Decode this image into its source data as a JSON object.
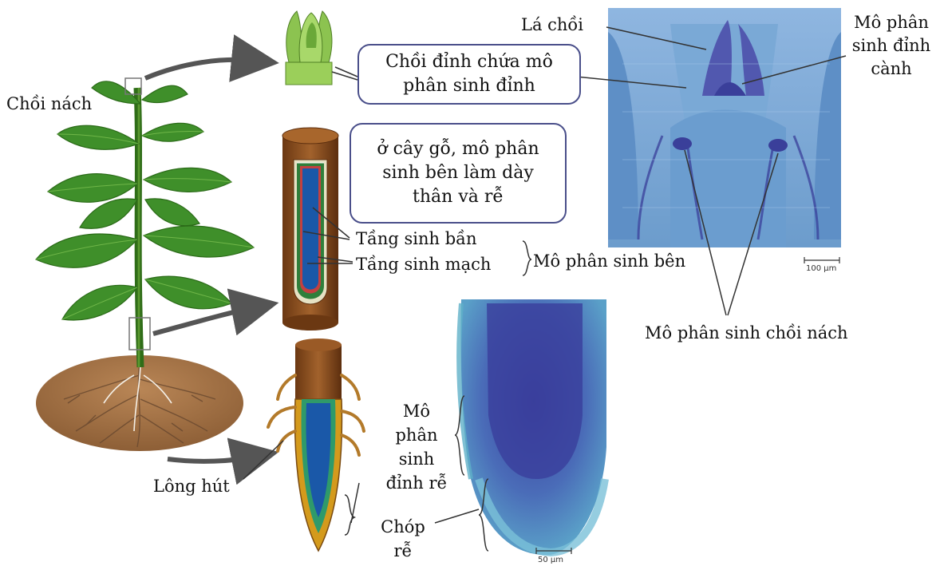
{
  "labels": {
    "choi_nach": "Chồi nách",
    "la_choi": "Lá chồi",
    "mo_phan_sinh_dinh_canh": "Mô phân\nsinh đỉnh\ncành",
    "tang_sinh_ban": "Tầng sinh bần",
    "tang_sinh_mach": "Tầng sinh mạch",
    "mo_phan_sinh_ben": "Mô phân sinh bên",
    "mo_phan_sinh_choi_nach": "Mô phân sinh chồi nách",
    "long_hut": "Lông hút",
    "mo_phan_sinh_dinh_re": "Mô\nphân sinh\nđỉnh rễ",
    "chop_re": "Chóp\nrễ"
  },
  "boxes": {
    "choi_dinh": "Chồi đỉnh chứa mô\nphân sinh đỉnh",
    "cay_go": "ở cây gỗ, mô phân\nsinh bên làm dày\nthân và rễ"
  },
  "scale_bars": {
    "shoot": "100 µm",
    "root": "50 µm"
  },
  "colors": {
    "leaf": "#3f8f2a",
    "stem": "#4c8a22",
    "soil": "#a8764a",
    "bark": "#8a4a1c",
    "micro_bg": "#6f9fd0",
    "micro_dark": "#3a3f9a",
    "root_blue": "#1a58a8",
    "root_cap": "#d49a1c",
    "arrow": "#555555"
  }
}
